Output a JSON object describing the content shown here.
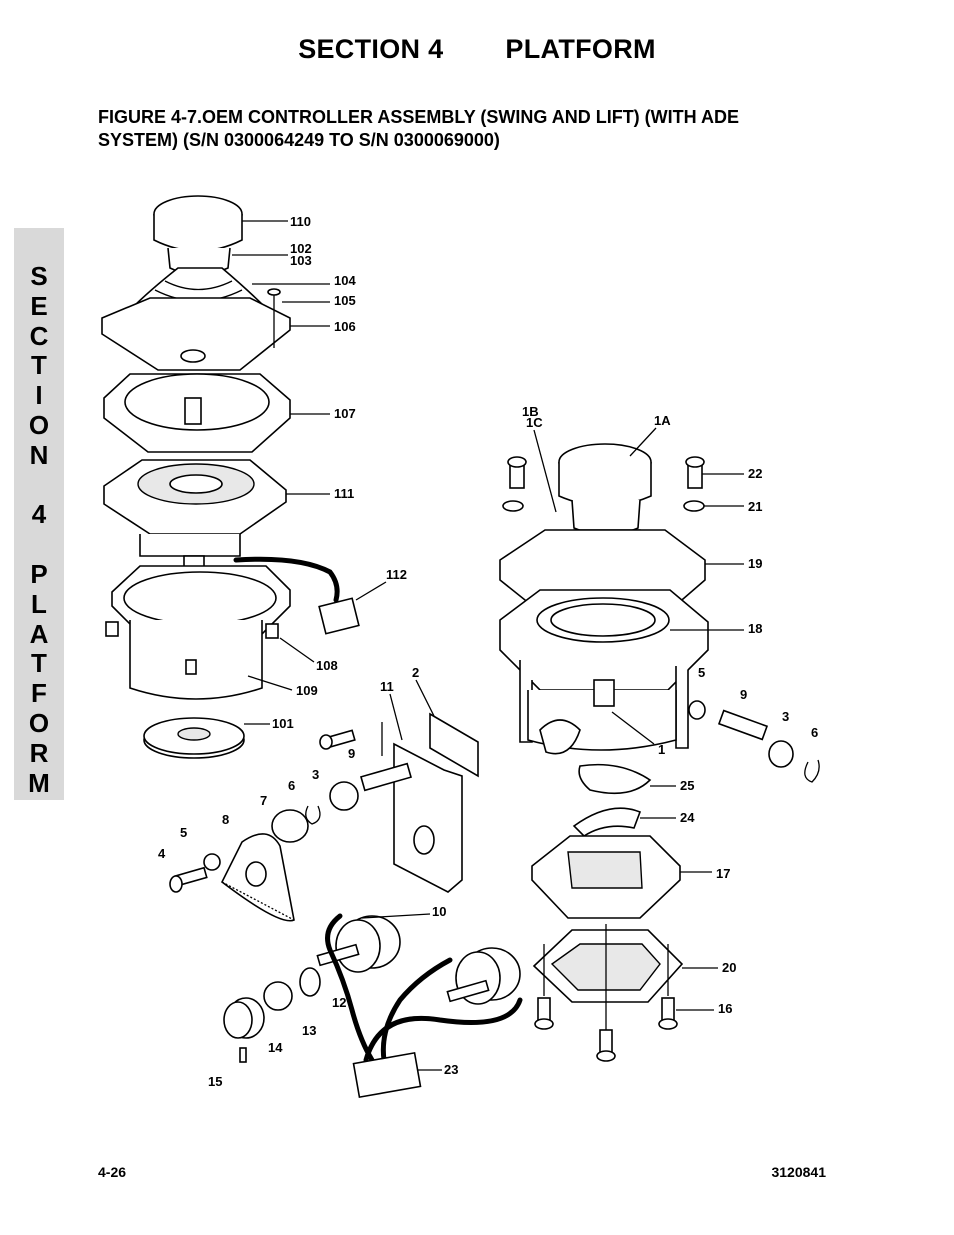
{
  "header": {
    "section": "SECTION 4",
    "name": "PLATFORM"
  },
  "figure": {
    "title_line1": "FIGURE 4-7.OEM CONTROLLER ASSEMBLY (SWING AND LIFT) (WITH ADE",
    "title_line2": "SYSTEM) (S/N 0300064249 TO S/N 0300069000)"
  },
  "side_tab": {
    "letters": [
      "S",
      "E",
      "C",
      "T",
      "I",
      "O",
      "N",
      " ",
      "4",
      " ",
      "P",
      "L",
      "A",
      "T",
      "F",
      "O",
      "R",
      "M"
    ]
  },
  "callouts": {
    "c110": "110",
    "c102": "102",
    "c103": "103",
    "c104": "104",
    "c105": "105",
    "c106": "106",
    "c107": "107",
    "c111": "111",
    "c112": "112",
    "c108": "108",
    "c109": "109",
    "c101": "101",
    "c1B": "1B",
    "c1C": "1C",
    "c1A": "1A",
    "c22": "22",
    "c21": "21",
    "c19": "19",
    "c18": "18",
    "c5a": "5",
    "c9a": "9",
    "c3a": "3",
    "c6a": "6",
    "c1": "1",
    "c25": "25",
    "c24": "24",
    "c17": "17",
    "c20": "20",
    "c16": "16",
    "c2": "2",
    "c11": "11",
    "c9b": "9",
    "c6b": "6",
    "c3b": "3",
    "c7": "7",
    "c8": "8",
    "c5b": "5",
    "c4": "4",
    "c10": "10",
    "c12": "12",
    "c13": "13",
    "c14": "14",
    "c15": "15",
    "c23": "23"
  },
  "footer": {
    "page": "4-26",
    "doc_number": "3120841"
  }
}
